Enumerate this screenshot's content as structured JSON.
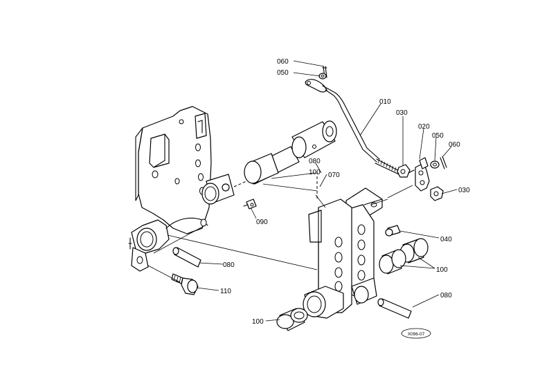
{
  "labels": {
    "p060_top": "060",
    "p050_top": "050",
    "p010": "010",
    "p030_top": "030",
    "p020": "020",
    "p050_right": "050",
    "p060_right": "060",
    "p030_right": "030",
    "p080_upper": "080",
    "p100_upper": "100",
    "p070": "070",
    "p090": "090",
    "p040": "040",
    "p100_right": "100",
    "p080_left": "080",
    "p110": "110",
    "p080_right": "080",
    "p100_bottom": "100",
    "drawing_ref": "X096-07"
  }
}
